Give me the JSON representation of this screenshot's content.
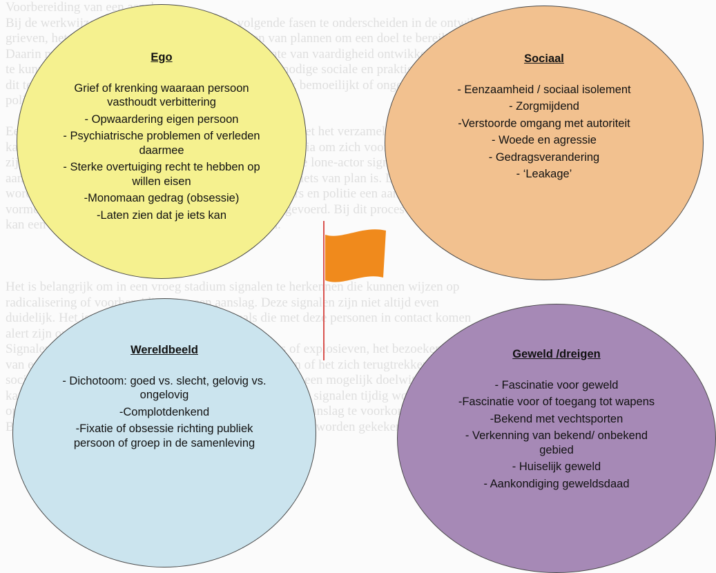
{
  "background_lines": [
    "Voorbereiding van een aanslag.",
    "Bij de werkwijze van een lone-actor zijn de volgende fasen te onderscheiden in de ontwikkeling van",
    "grieven, het zoeken naar informatie en het maken van plannen om een doel te bereiken.",
    "Daarin moet de betrokkene vaak ook een zekere mate van vaardigheid ontwikkelen om een aanslag",
    "te kunnen uitvoeren. Het ontbreekt hem vaak aan de nodige sociale en praktische vaardigheden om",
    "dit te realiseren, wat de daadwerkelijke uitvoering vaak bemoeilijkt of ongedaan maakt voor de",
    "politie.",
    "",
    "Een lone-actor kan over een langere periode bezig zijn met het verzamelen van informatie en",
    "kan daarbij gebruik maken van het internet en social media om zich voor te bereiden en",
    "zijn plannen te verfijnen. In de voorbereidingsfase kan de lone-actor signalen afgeven",
    "aan zijn omgeving, waarbij hij soms laat merken dat hij iets van plan is. Deze signalen",
    "worden 'leakage' genoemd en kunnen voor hulpverleners en politie een aanknopingspunt",
    "vormen om in te grijpen voordat de aanslag wordt uitgevoerd. Bij dit proces",
    "kan een aantal risicofactoren worden onderscheiden.",
    "",
    "",
    "",
    "Het is belangrijk om in een vroeg stadium signalen te herkennen die kunnen wijzen op",
    "radicalisering of voorbereiding van een aanslag. Deze signalen zijn niet altijd even",
    "duidelijk. Het is daarom nodig dat professionals die met deze personen in contact komen",
    "alert zijn op veranderingen in gedrag en houding.",
    "Signalen kunnen zijn: plotselinge interesse in wapens of explosieven, het bezoeken",
    "van extremistische websites, het uiten van dreigementen of het zich terugtrekken uit",
    "sociale contacten. Ook het maken van verkenningen van een mogelijk doelwit",
    "kan een belangrijk signaal zijn. Het is van belang dat deze signalen tijdig worden",
    "opgemerkt en gedeeld met de juiste instanties om zo een aanslag te voorkomen.",
    "Bij de beoordeling van het risico moet naar het totaalbeeld worden gekeken."
  ],
  "ego": {
    "title": "Ego",
    "items": [
      "Grief of krenking waaraan persoon vasthoudt verbittering",
      "- Opwaardering eigen persoon",
      "- Psychiatrische problemen of verleden daarmee",
      "- Sterke overtuiging recht te hebben op willen eisen",
      "-Monomaan gedrag (obsessie)",
      "-Laten zien dat je iets kan"
    ]
  },
  "sociaal": {
    "title": "Sociaal",
    "items": [
      "- Eenzaamheid / sociaal isolement",
      "- Zorgmijdend",
      "-Verstoorde omgang met autoriteit",
      "- Woede en agressie",
      "- Gedragsverandering",
      "- ‘Leakage’"
    ]
  },
  "wereldbeeld": {
    "title": "Wereldbeeld",
    "items": [
      "- Dichotoom: goed vs. slecht, gelovig vs. ongelovig",
      "-Complotdenkend",
      "-Fixatie of obsessie richting publiek persoon of groep in de samenleving"
    ]
  },
  "geweld": {
    "title": "Geweld /dreigen",
    "items": [
      "- Fascinatie voor geweld",
      "-Fascinatie voor of toegang tot wapens",
      "-Bekend met vechtsporten",
      "- Verkenning van bekend/ onbekend gebied",
      "- Huiselijk geweld",
      "- Aankondiging geweldsdaad"
    ]
  },
  "colors": {
    "ego": "#f5f18f",
    "sociaal": "#f2c18f",
    "wereldbeeld": "#cbe4ee",
    "geweld": "#a689b6",
    "flag": "#f08a1c",
    "flag_pole": "#d9534f"
  },
  "icons": {
    "center": "orange-flag-icon"
  }
}
